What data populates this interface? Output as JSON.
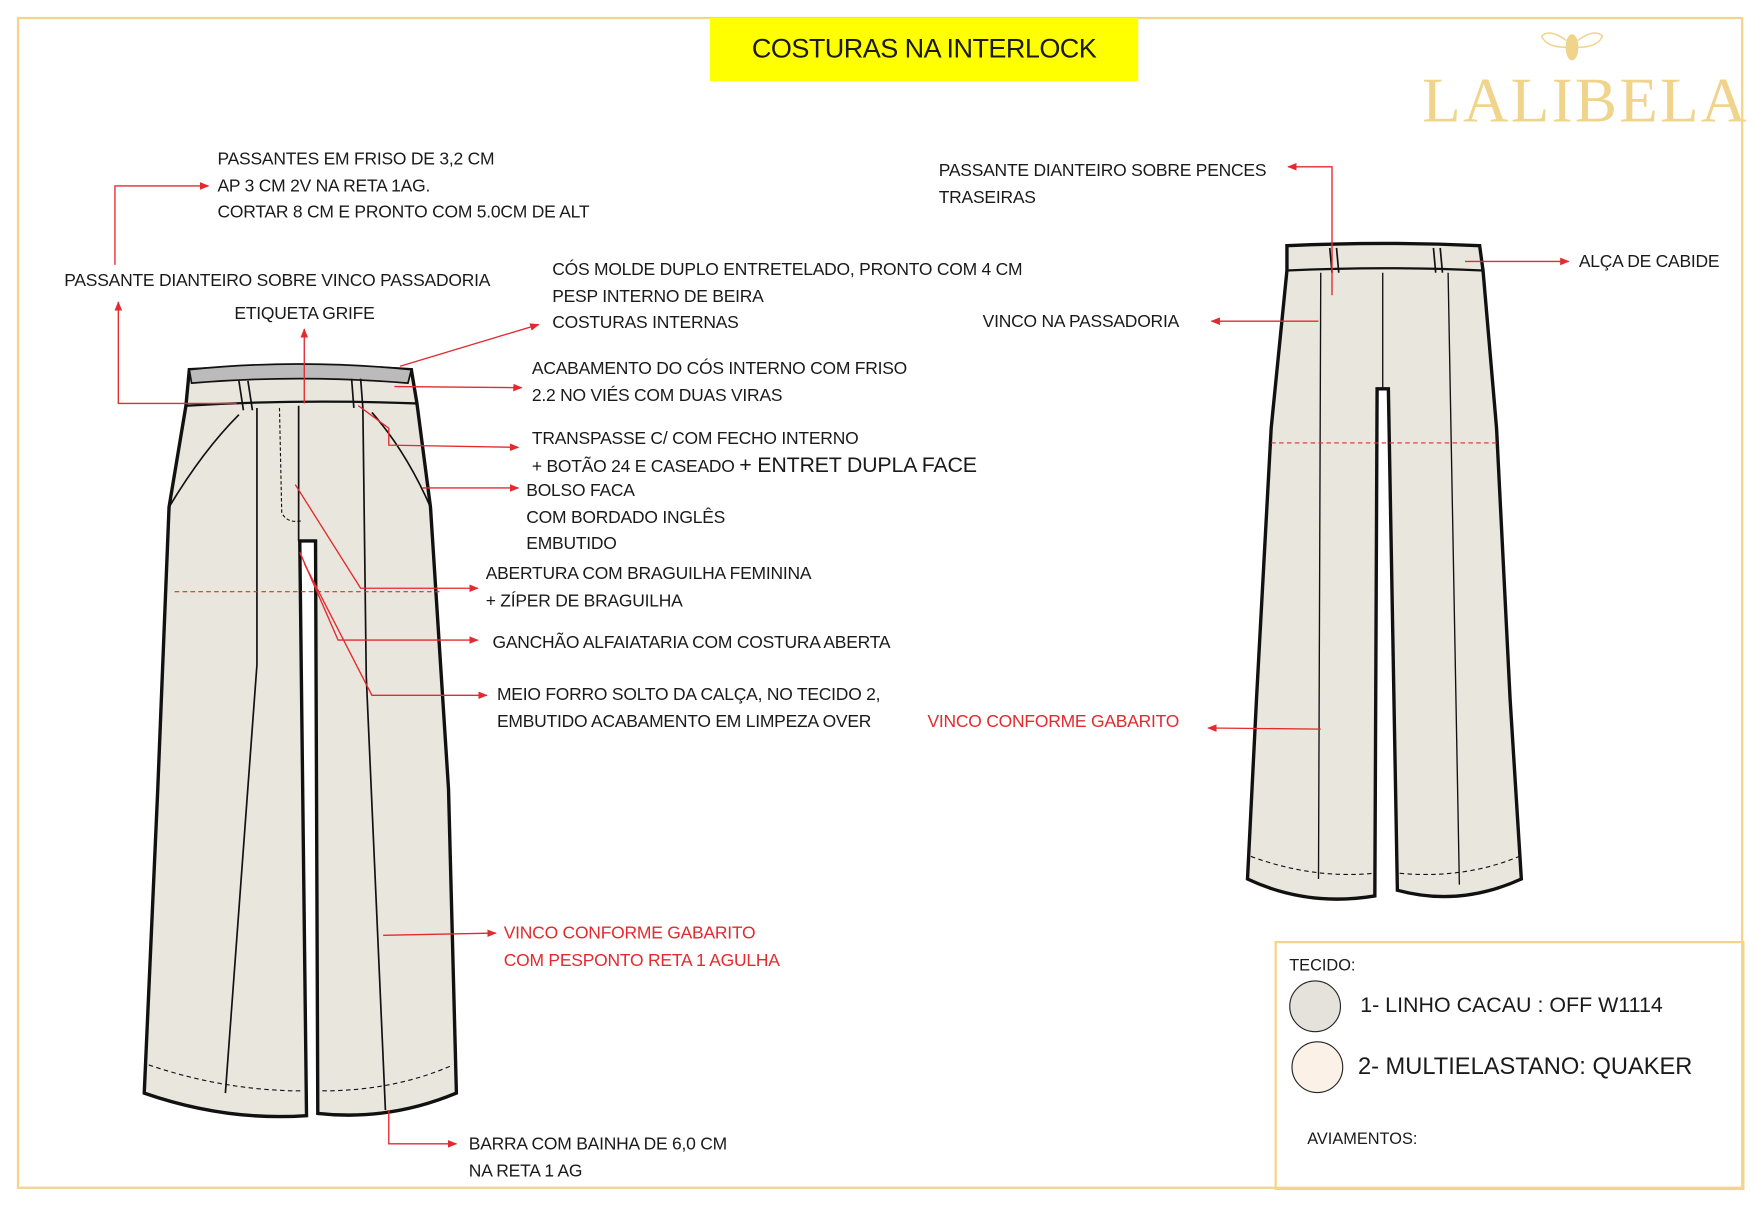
{
  "title": "COSTURAS NA INTERLOCK",
  "brand": {
    "name": "LALIBELA",
    "icon": "bee-icon",
    "color": "#f0d48c"
  },
  "colors": {
    "accent_yellow": "#ffff00",
    "arrow_red": "#e32a2f",
    "fabric": "#e9e6dd",
    "frame": "#f2d58a"
  },
  "front_labels": {
    "passantes": [
      "PASSANTES EM FRISO DE 3,2 CM",
      "AP 3 CM 2V NA RETA 1AG.",
      "CORTAR 8  CM  E  PRONTO COM 5.0CM DE ALT"
    ],
    "passante_dianteiro": "PASSANTE DIANTEIRO SOBRE VINCO PASSADORIA",
    "etiqueta": "ETIQUETA GRIFE",
    "cos": [
      "CÓS MOLDE DUPLO ENTRETELADO, PRONTO COM 4 CM",
      "PESP INTERNO DE BEIRA",
      "COSTURAS INTERNAS"
    ],
    "acabamento": [
      "ACABAMENTO DO CÓS INTERNO COM FRISO",
      "2.2 NO VIÉS COM DUAS VIRAS"
    ],
    "transpasse": [
      "TRANSPASSE C/ COM FECHO INTERNO",
      "+ BOTÃO 24 E CASEADO",
      "+ ENTRET DUPLA FACE"
    ],
    "bolso": [
      "BOLSO FACA",
      "COM BORDADO INGLÊS",
      "EMBUTIDO"
    ],
    "abertura": [
      "ABERTURA COM BRAGUILHA FEMININA",
      "+ ZÍPER DE BRAGUILHA"
    ],
    "ganchao": "GANCHÃO ALFAIATARIA COM COSTURA ABERTA",
    "meio_forro": [
      "MEIO FORRO SOLTO DA CALÇA, NO TECIDO 2,",
      "EMBUTIDO ACABAMENTO EM LIMPEZA OVER"
    ],
    "vinco": [
      "VINCO CONFORME GABARITO",
      "COM PESPONTO RETA 1 AGULHA"
    ],
    "barra": [
      "BARRA  COM BAINHA  DE 6,0 CM",
      "NA RETA 1 AG"
    ]
  },
  "back_labels": {
    "passante": [
      "PASSANTE DIANTEIRO SOBRE PENCES",
      "TRASEIRAS"
    ],
    "alca": "ALÇA DE CABIDE",
    "vinco_passadoria": "VINCO NA PASSADORIA",
    "vinco_gabarito": "VINCO CONFORME GABARITO"
  },
  "fabric": {
    "heading": "TECIDO:",
    "items": [
      {
        "label": "1- LINHO CACAU : OFF W1114",
        "color": "#e4e2db"
      },
      {
        "label": "2- MULTIELASTANO: QUAKER",
        "color": "#fbf1e6"
      }
    ],
    "trims_heading": "AVIAMENTOS:"
  }
}
